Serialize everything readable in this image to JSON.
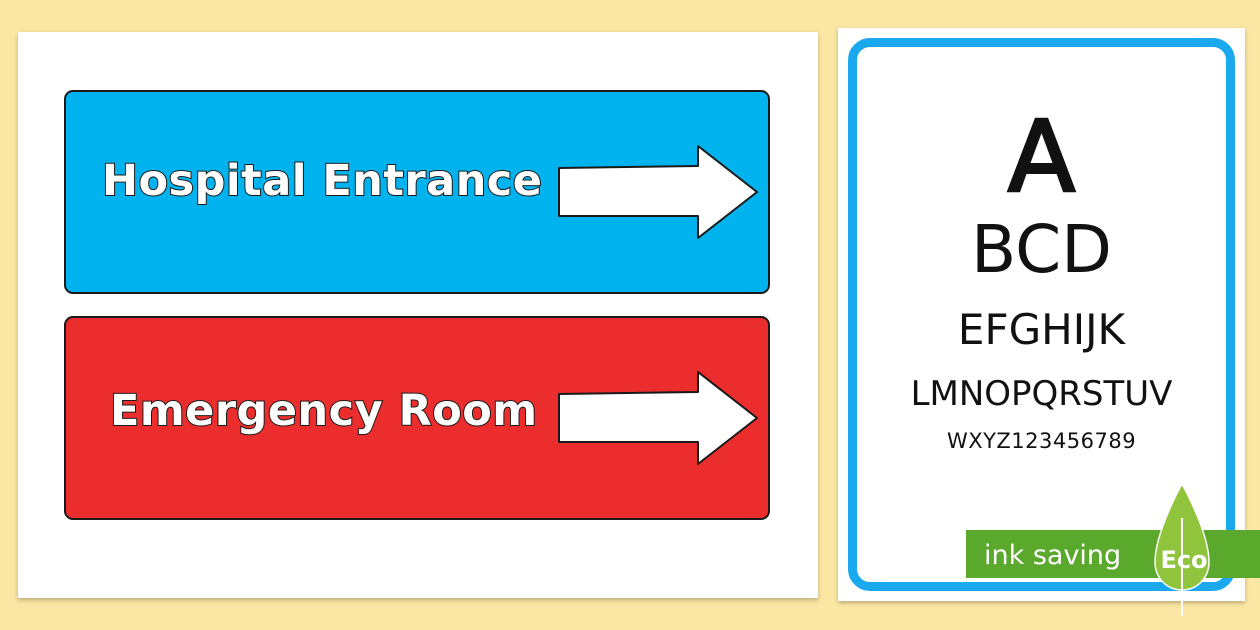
{
  "signs": [
    {
      "label": "Hospital Entrance",
      "color": "#00b3ef"
    },
    {
      "label": "Emergency Room",
      "color": "#ec2d2d"
    }
  ],
  "eye_chart": {
    "rows": [
      "A",
      "BCD",
      "EFGHIJK",
      "LMNOPQRSTUV",
      "WXYZ123456789"
    ],
    "frame_color": "#1aa9ef"
  },
  "eco_badge": {
    "text": "ink saving",
    "leaf_label": "Eco",
    "color": "#5aa82c"
  },
  "background_color": "#fbe6a3"
}
